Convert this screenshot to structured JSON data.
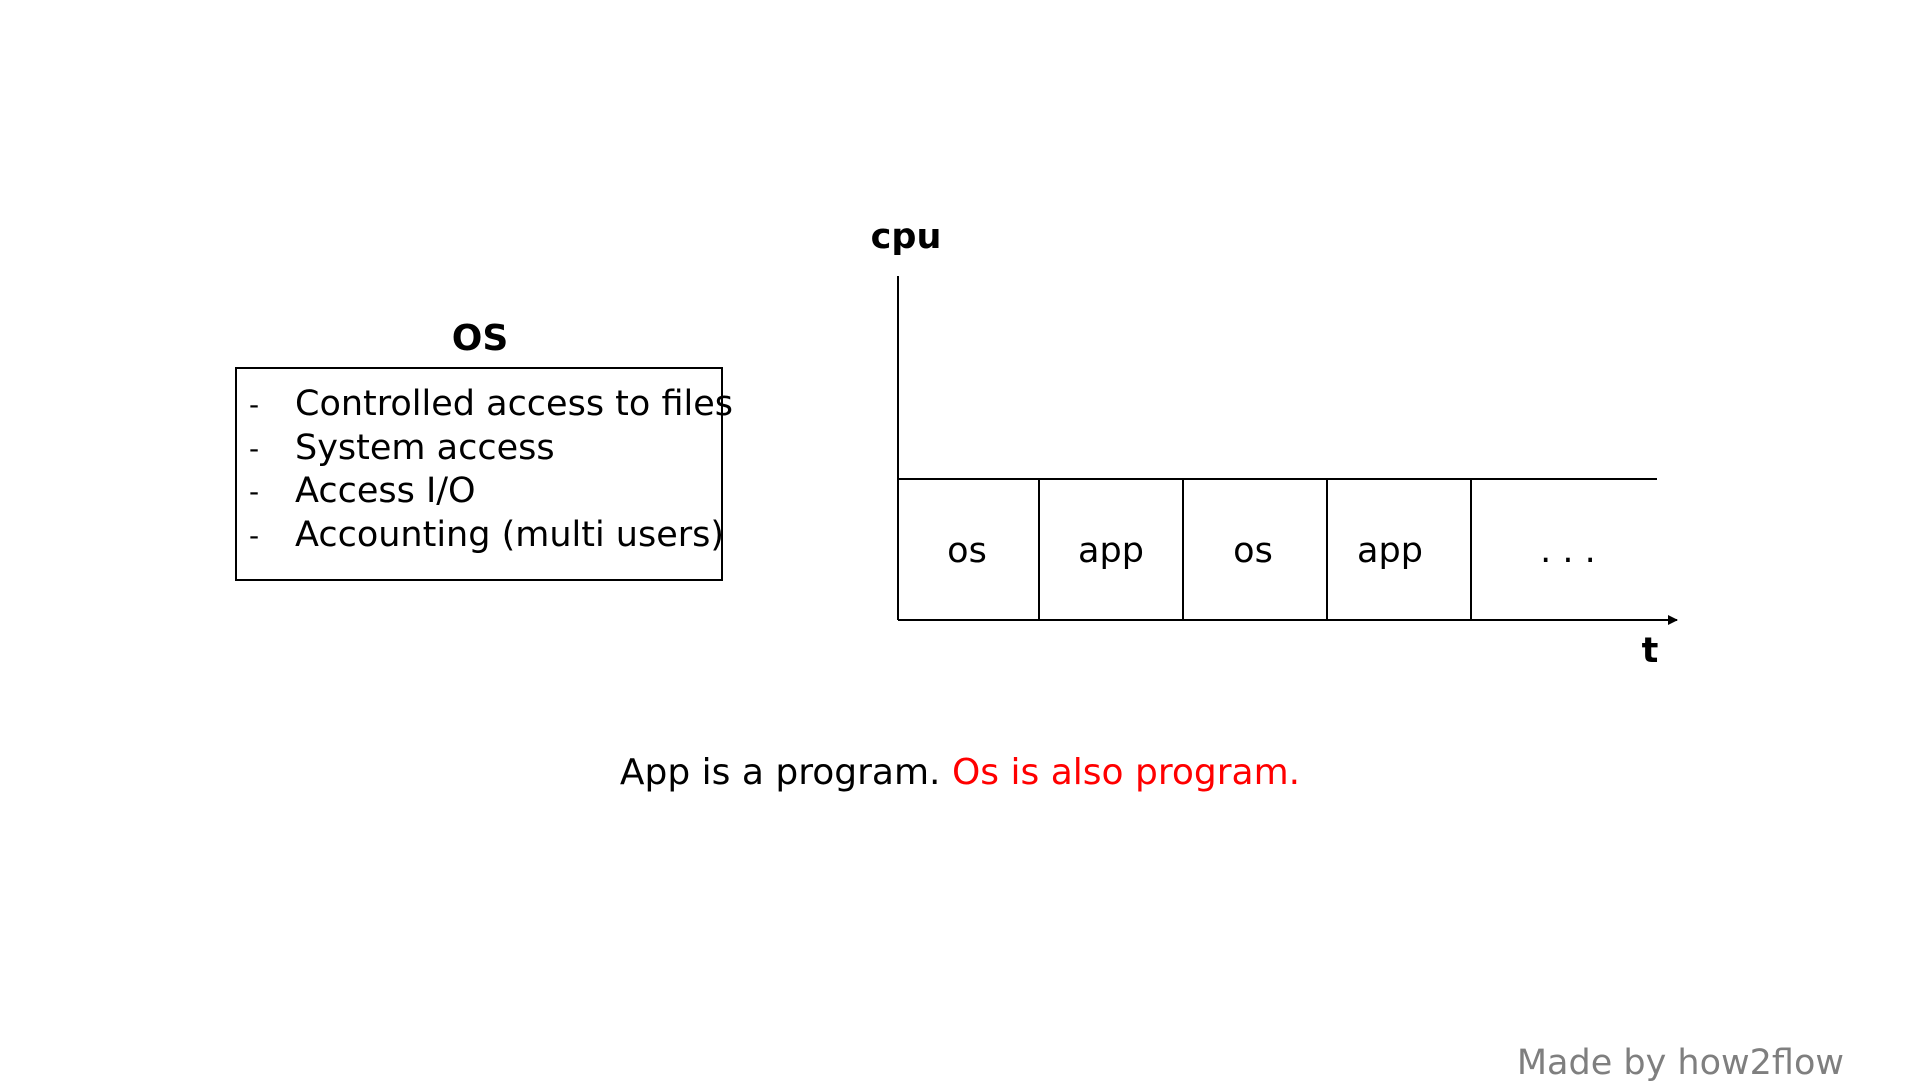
{
  "os_box": {
    "title": "OS",
    "bullet": "-",
    "items": [
      "Controlled access to files",
      "System access",
      "Access I/O",
      "Accounting (multi users)"
    ]
  },
  "timeline": {
    "y_label": "cpu",
    "x_label": "t",
    "cells": [
      "os",
      "app",
      "os",
      "app",
      ". . ."
    ]
  },
  "caption": {
    "part1": "App is a program.",
    "part2": "Os is also program.",
    "highlight_color": "#ff0000"
  },
  "credit": "Made by how2flow"
}
